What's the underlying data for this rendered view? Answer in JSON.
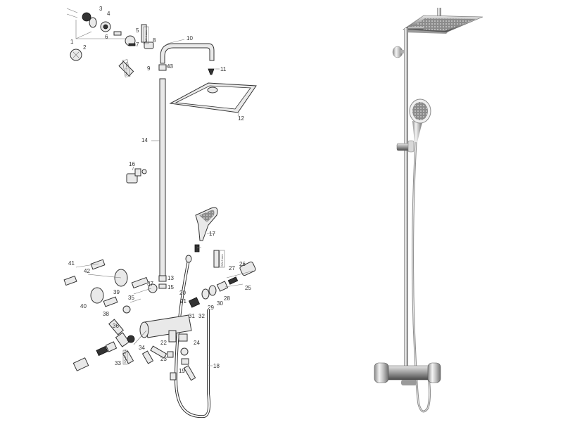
{
  "diagram": {
    "callouts": [
      "1",
      "2",
      "3",
      "4",
      "5",
      "6",
      "7",
      "8",
      "9",
      "10",
      "11",
      "12",
      "13",
      "14",
      "15",
      "16",
      "17",
      "18",
      "19",
      "20",
      "21",
      "22",
      "23",
      "24",
      "25",
      "26",
      "27",
      "28",
      "29",
      "30",
      "31",
      "32",
      "33",
      "34",
      "35",
      "36",
      "37",
      "38",
      "39",
      "40",
      "41",
      "42",
      "43"
    ],
    "dimension_notes": [
      "SW 4 mm",
      "SW 10 mm",
      "SW 8 mm",
      "SW 17 mm"
    ]
  },
  "colors": {
    "chrome": "#c8c8c8",
    "dark_part": "#333333",
    "line": "#777777"
  }
}
